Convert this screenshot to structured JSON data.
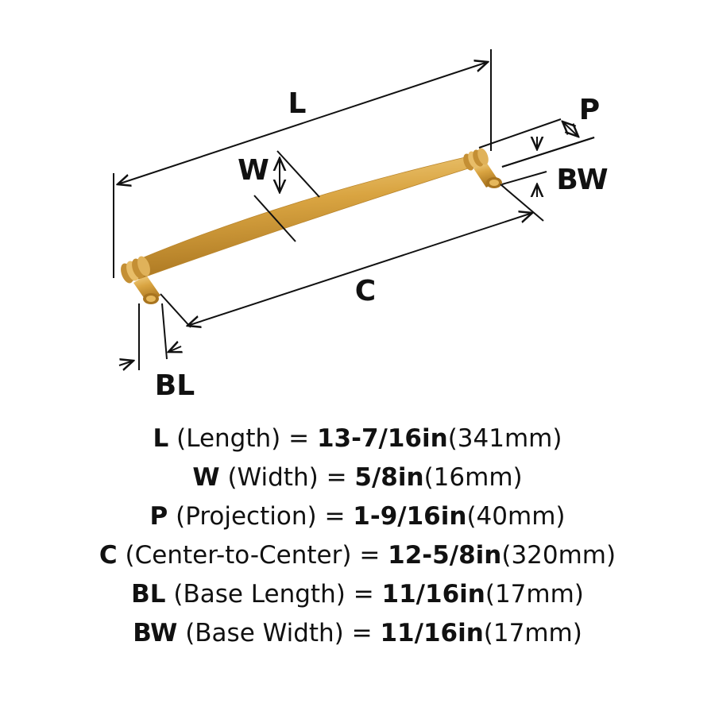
{
  "diagram": {
    "labels": {
      "L": "L",
      "W": "W",
      "P": "P",
      "BW": "BW",
      "C": "C",
      "BL": "BL"
    },
    "colors": {
      "finish": "#d9a441",
      "finish_dark": "#a8741f",
      "finish_light": "#f5d58a",
      "line": "#111111"
    }
  },
  "specs": [
    {
      "code": "L",
      "name": "(Length)",
      "eq": "=",
      "imperial": "13-7/16in",
      "metric": "(341mm)"
    },
    {
      "code": "W",
      "name": "(Width)",
      "eq": "=",
      "imperial": "5/8in",
      "metric": "(16mm)"
    },
    {
      "code": "P",
      "name": "(Projection)",
      "eq": "=",
      "imperial": "1-9/16in",
      "metric": "(40mm)"
    },
    {
      "code": "C",
      "name": "(Center-to-Center)",
      "eq": "=",
      "imperial": "12-5/8in",
      "metric": "(320mm)"
    },
    {
      "code": "BL",
      "name": "(Base Length)",
      "eq": "=",
      "imperial": "11/16in",
      "metric": "(17mm)"
    },
    {
      "code": "BW",
      "name": "(Base Width)",
      "eq": "=",
      "imperial": "11/16in",
      "metric": "(17mm)"
    }
  ]
}
